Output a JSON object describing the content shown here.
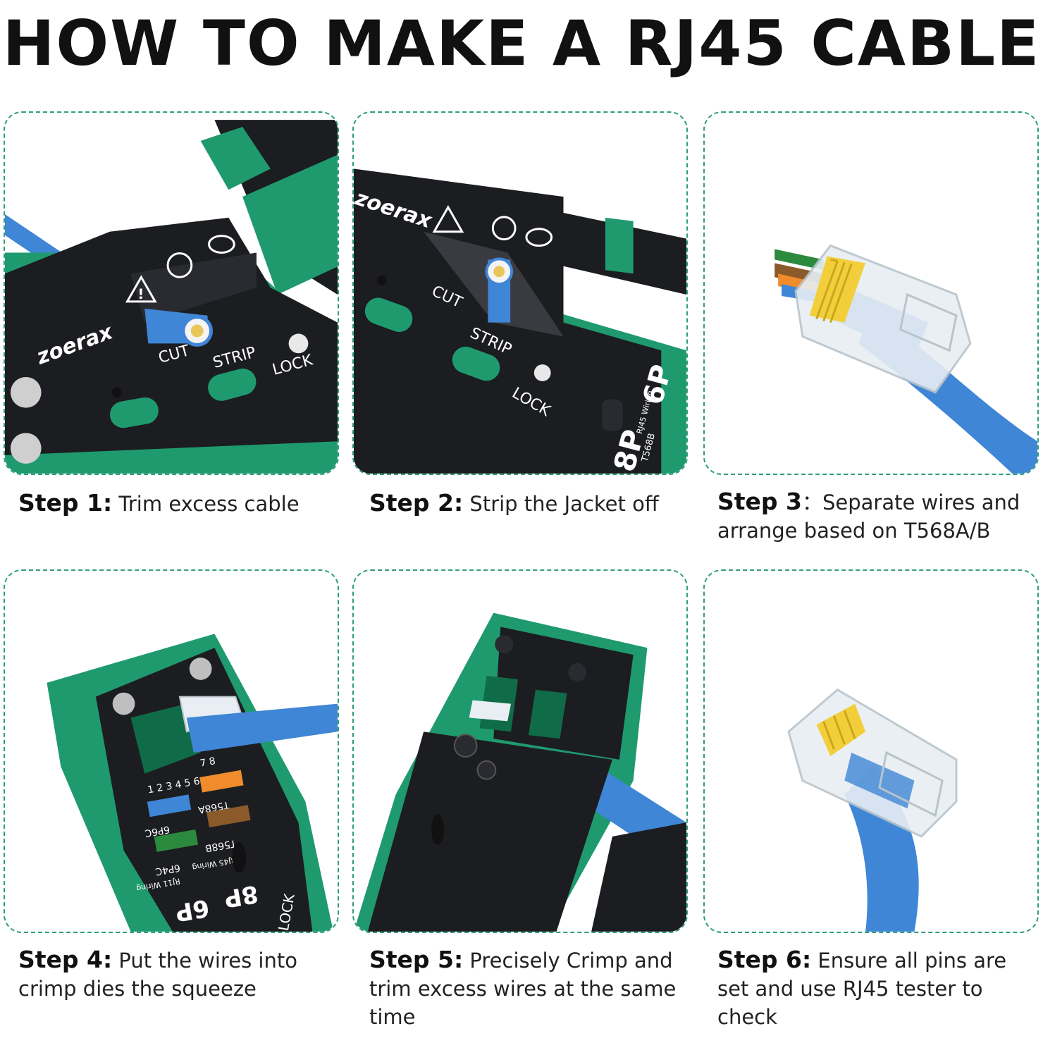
{
  "title": "HOW TO MAKE A RJ45 CABLE",
  "colors": {
    "accent_green": "#1f9a6e",
    "dark_green": "#0f6b48",
    "cable_blue": "#3f86d6",
    "tool_black": "#1c1d20",
    "dashed_border": "#2f9e7a"
  },
  "steps": [
    {
      "label": "Step 1:",
      "text": "Trim excess cable",
      "tool": {
        "brand": "zoerax",
        "cut": "CUT",
        "strip": "STRIP",
        "lock": "LOCK"
      }
    },
    {
      "label": "Step 2:",
      "text": "Strip the Jacket off",
      "tool": {
        "brand": "zoerax",
        "cut": "CUT",
        "strip": "STRIP",
        "lock": "LOCK",
        "plug_big": "6P",
        "plug_small": "8P",
        "wiring": "RJ45 Wiring",
        "standard": "T568B"
      }
    },
    {
      "label": "Step 3",
      "text": "：Separate wires and arrange based on T568A/B"
    },
    {
      "label": "Step 4:",
      "text": "Put the wires into crimp dies the squeeze",
      "tool": {
        "pins": "1 2 3 4 5 6",
        "pins_8": "7 8",
        "c6p4": "6P4C",
        "c6p6": "6P6C",
        "t568a": "T568A",
        "t568b": "T568B",
        "p8": "8P",
        "p6": "6P",
        "rj45": "RJ45 Wiring",
        "rj11": "RJ11 Wiring",
        "lock": "LOCK"
      }
    },
    {
      "label": "Step 5:",
      "text": "Precisely Crimp and trim excess wires at the same time"
    },
    {
      "label": "Step 6:",
      "text": "Ensure all pins are set and use RJ45 tester to check"
    }
  ]
}
